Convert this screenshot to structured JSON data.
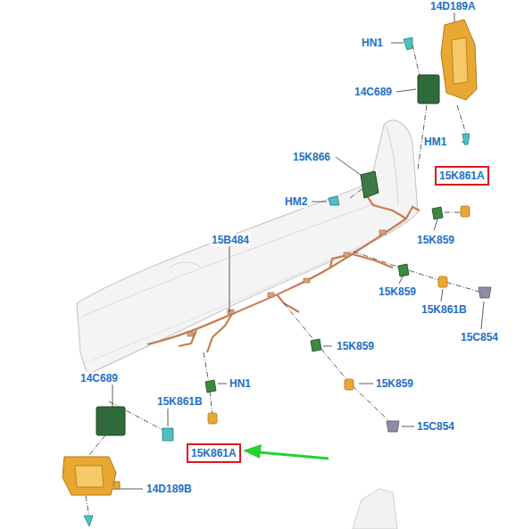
{
  "diagram": {
    "nodes": [
      {
        "text": [
          "15K861A"
        ]
      },
      {
        "text": [
          "15K861A"
        ]
      }
    ],
    "labels": [
      "14D189A",
      "HN1",
      "14C689",
      "HM1",
      "15K866",
      "HM2",
      "15K859",
      "15B484",
      "15K859",
      "15K861B",
      "15C854",
      "15K859",
      "14C689",
      "HN1",
      "15K859",
      "15K861B",
      "15C854",
      "14D189B"
    ]
  }
}
